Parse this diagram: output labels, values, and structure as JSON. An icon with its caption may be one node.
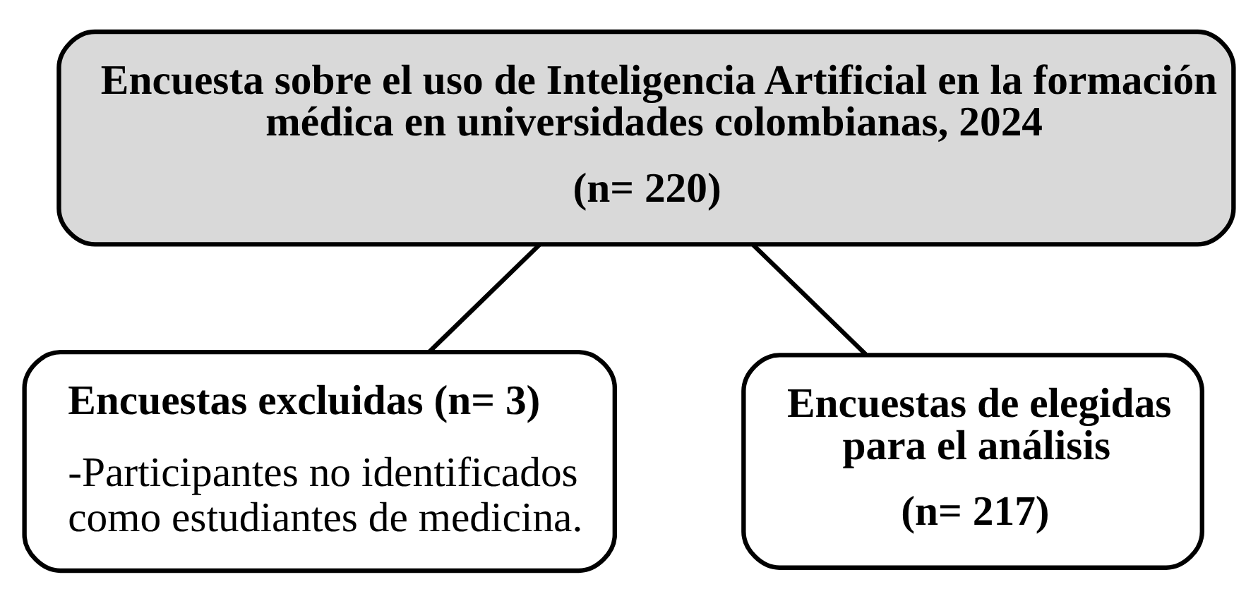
{
  "diagram": {
    "nodes": [
      {
        "text": [
          "Encuesta sobre el uso de Inteligencia Artificial en la formación médica en universidades colombianas, 2024",
          "(n= 220)"
        ]
      },
      {
        "text": [
          "Encuestas excluidas (n= 3)",
          "-Participantes no identificados como estudiantes de medicina."
        ]
      },
      {
        "text": [
          "Encuestas de elegidas para el análisis",
          "(n= 217)"
        ]
      }
    ],
    "edges": [
      {
        "from": 0,
        "to": 2,
        "arrow": "none"
      },
      {
        "from": 0,
        "to": 1,
        "arrow": "none"
      }
    ]
  }
}
